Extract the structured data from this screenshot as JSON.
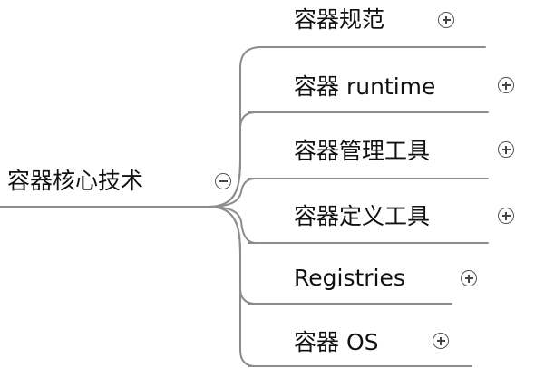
{
  "root": {
    "label": "容器核心技术",
    "toggle_icon": "collapse-icon"
  },
  "children": [
    {
      "label": "容器规范",
      "toggle_icon": "expand-icon"
    },
    {
      "label": "容器 runtime",
      "toggle_icon": "expand-icon"
    },
    {
      "label": "容器管理工具",
      "toggle_icon": "expand-icon"
    },
    {
      "label": "容器定义工具",
      "toggle_icon": "expand-icon"
    },
    {
      "label": "Registries",
      "toggle_icon": "expand-icon"
    },
    {
      "label": "容器 OS",
      "toggle_icon": "expand-icon"
    }
  ],
  "colors": {
    "line": "#8c8c8c",
    "text": "#111111",
    "background": "#ffffff"
  }
}
